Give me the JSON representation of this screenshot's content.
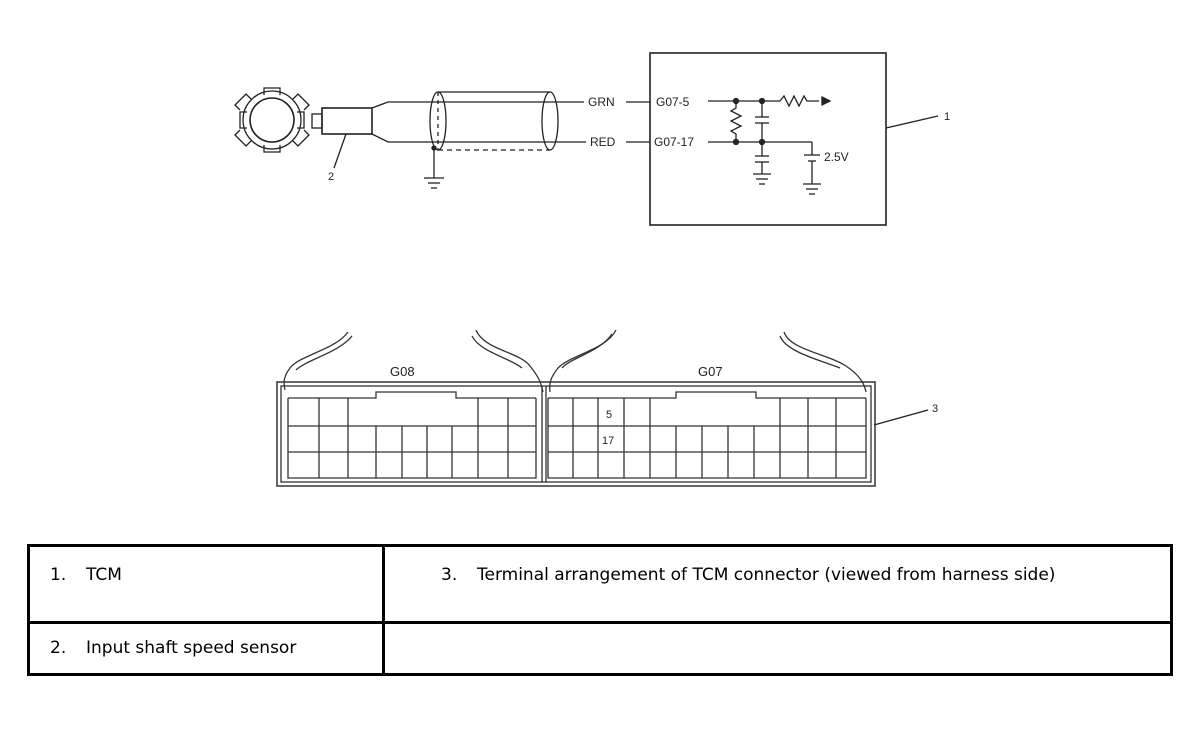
{
  "schematic": {
    "wire_top_color": "GRN",
    "wire_bottom_color": "RED",
    "pin_top": "G07-5",
    "pin_bottom": "G07-17",
    "reference_voltage": "2.5V",
    "callout_1": "1",
    "callout_2": "2",
    "callout_3": "3"
  },
  "connector": {
    "left_name": "G08",
    "right_name": "G07",
    "pin_5": "5",
    "pin_17": "17"
  },
  "legend": {
    "items": [
      {
        "num": "1.",
        "text": "TCM"
      },
      {
        "num": "3.",
        "text": "Terminal arrangement of TCM connector (viewed from harness side)"
      },
      {
        "num": "2.",
        "text": "Input shaft speed sensor"
      }
    ]
  }
}
